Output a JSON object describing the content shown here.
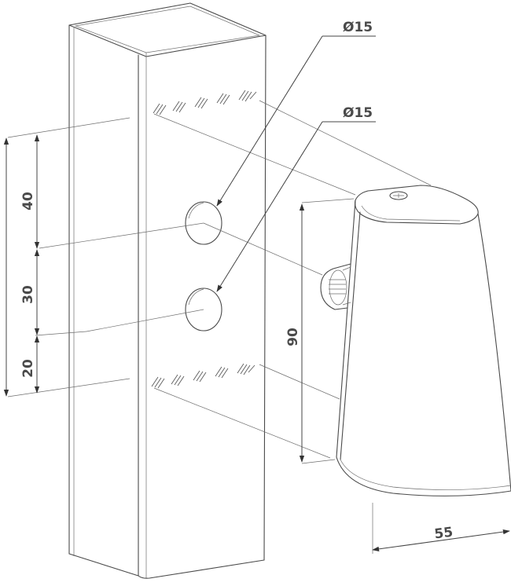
{
  "labels": {
    "hole_diameter_top": "Ø15",
    "hole_diameter_bottom": "Ø15",
    "dim_40": "40",
    "dim_30": "30",
    "dim_20": "20",
    "dim_90": "90",
    "dim_55": "55"
  },
  "colors": {
    "line": "#4a4a4a",
    "text": "#4a4a4a"
  }
}
